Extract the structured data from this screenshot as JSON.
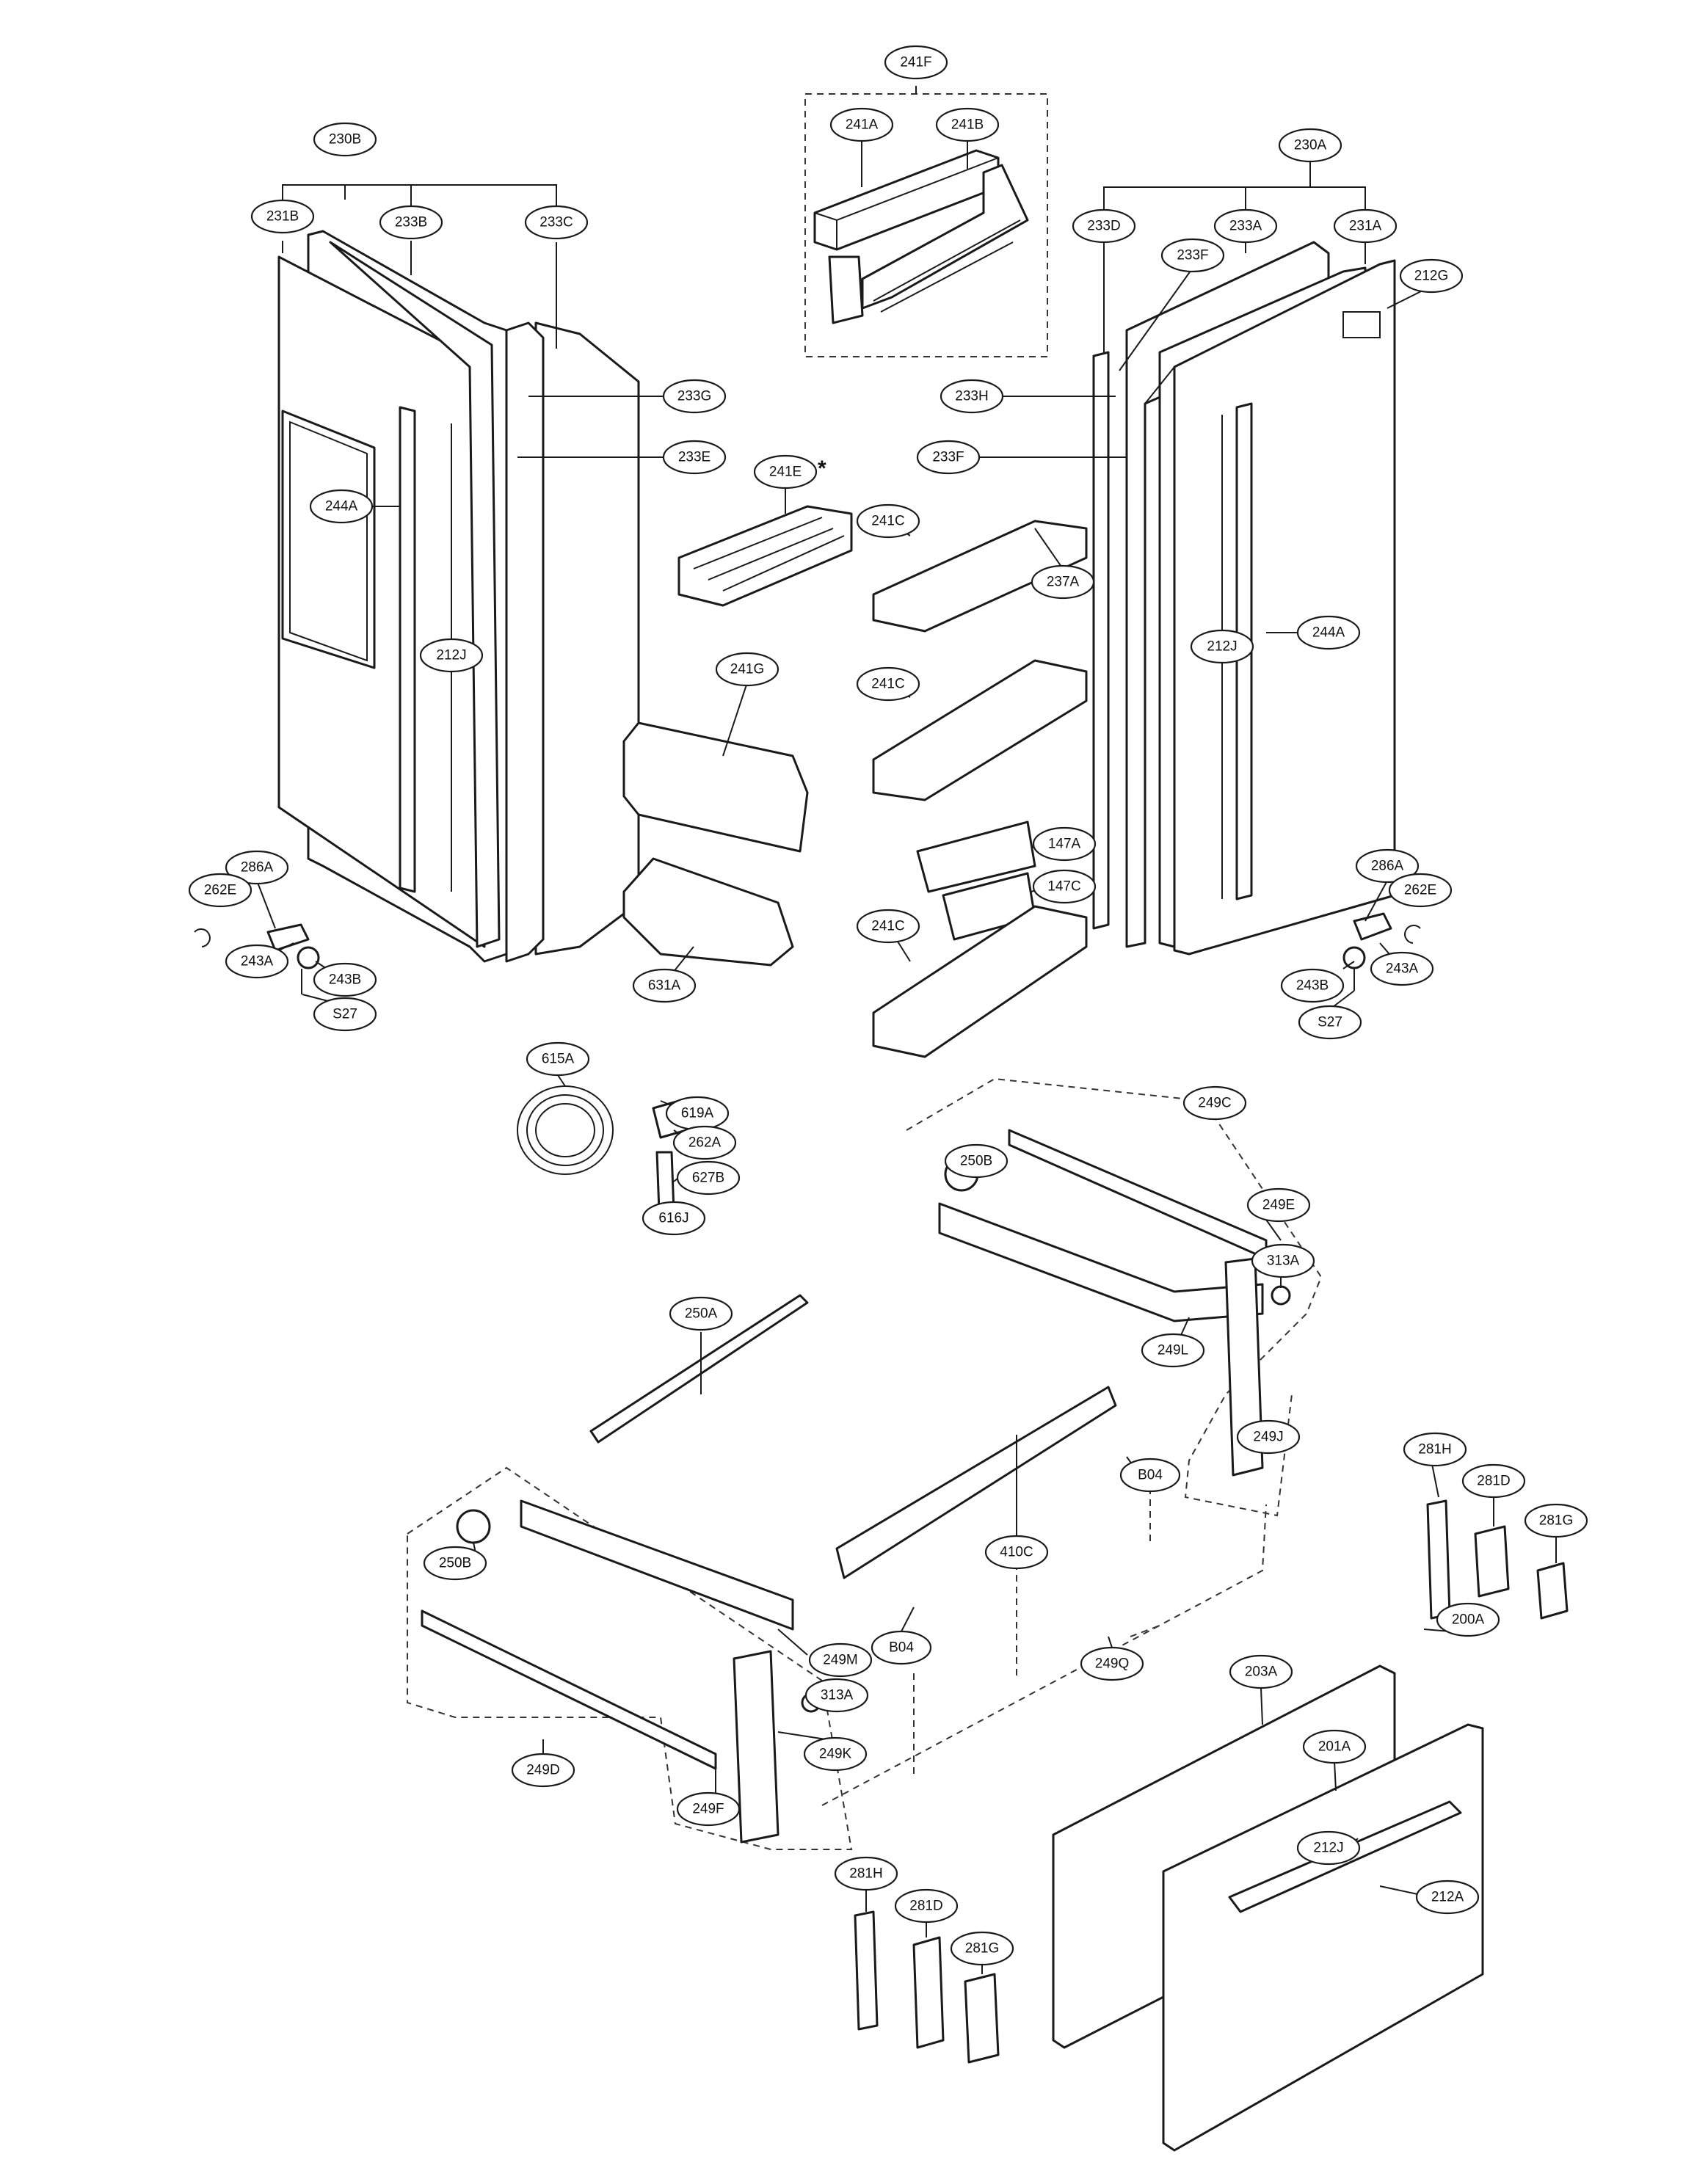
{
  "callouts": {
    "c241F": "241F",
    "c241A": "241A",
    "c241B": "241B",
    "c230B": "230B",
    "c231B": "231B",
    "c233B": "233B",
    "c233C": "233C",
    "c230A": "230A",
    "c233D": "233D",
    "c233A": "233A",
    "c231A": "231A",
    "c233F_top": "233F",
    "c212G": "212G",
    "c233G": "233G",
    "c233E": "233E",
    "c233H": "233H",
    "c233F_mid": "233F",
    "c241E": "241E",
    "c241C_1": "241C",
    "c237A": "237A",
    "c244A_left": "244A",
    "c212J_left": "212J",
    "c212J_right": "212J",
    "c244A_right": "244A",
    "c241G": "241G",
    "c241C_2": "241C",
    "c147A": "147A",
    "c147C": "147C",
    "c241C_3": "241C",
    "c286A_left": "286A",
    "c262E_left": "262E",
    "c243A_left": "243A",
    "c243B_left": "243B",
    "cS27_left": "S27",
    "c631A": "631A",
    "c286A_right": "286A",
    "c262E_right": "262E",
    "c243A_right": "243A",
    "c243B_right": "243B",
    "cS27_right": "S27",
    "c615A": "615A",
    "c619A": "619A",
    "c262A": "262A",
    "c627B": "627B",
    "c616J": "616J",
    "c249C": "249C",
    "c250B_top": "250B",
    "c249E": "249E",
    "c313A_top": "313A",
    "c249L": "249L",
    "c249J": "249J",
    "c250A": "250A",
    "cB04_top": "B04",
    "c410C": "410C",
    "c281H_top": "281H",
    "c281D_top": "281D",
    "c281G_top": "281G",
    "c250B_bot": "250B",
    "c249M": "249M",
    "c313A_bot": "313A",
    "c249K": "249K",
    "c249D": "249D",
    "c249F": "249F",
    "cB04_bot": "B04",
    "c249Q": "249Q",
    "c200A": "200A",
    "c203A": "203A",
    "c201A": "201A",
    "c212J_bot": "212J",
    "c212A": "212A",
    "c281H_bot": "281H",
    "c281D_bot": "281D",
    "c281G_bot": "281G"
  },
  "marks": {
    "asterisk": "*"
  }
}
